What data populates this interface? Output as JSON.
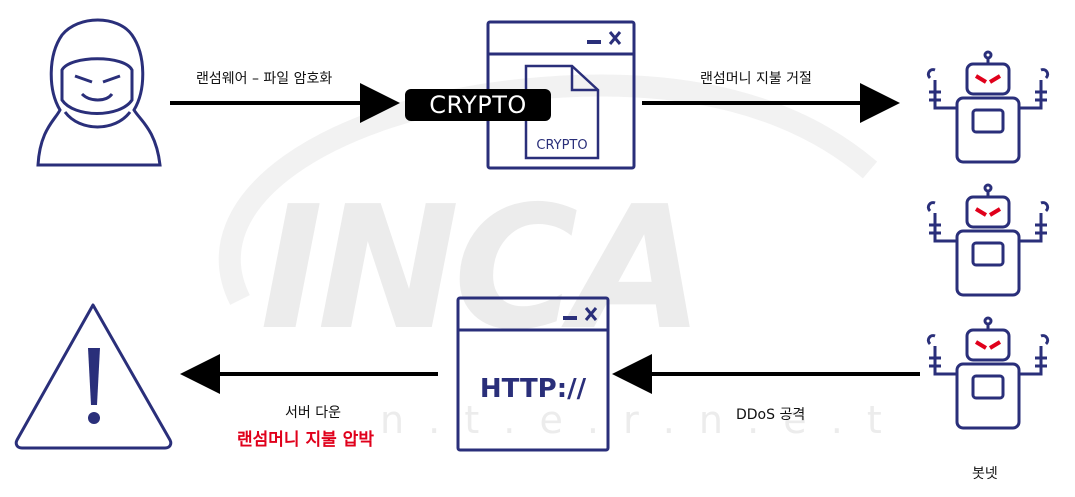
{
  "watermark": {
    "brand": "INCA",
    "sub": "n . t . e . r . n . e . t"
  },
  "top_arrow_label": "랜섬웨어 – 파일 암호화",
  "crypto_badge": "CRYPTO",
  "crypto_file_label": "CRYPTO",
  "right_arrow_label": "랜섬머니 지불 거절",
  "http_label": "HTTP://",
  "ddos_label": "DDoS 공격",
  "server_down_label": "서버 다운",
  "extort_label": "랜섬머니 지불 압박",
  "botnet_label": "봇넷",
  "colors": {
    "navy": "#2a2f7a",
    "red": "#e0001b",
    "black": "#000000"
  }
}
